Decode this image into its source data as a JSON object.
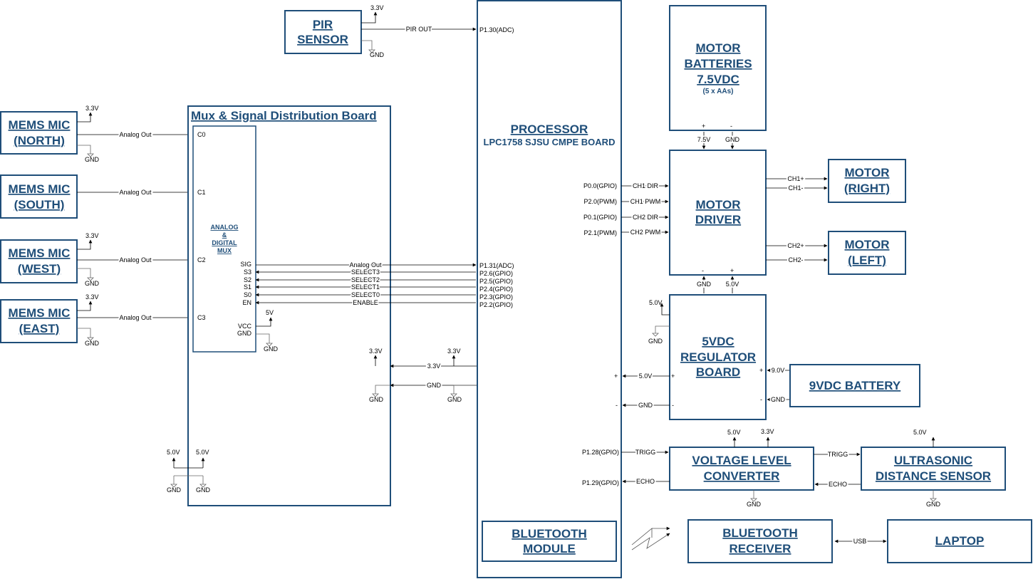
{
  "blocks": {
    "pir": [
      "PIR",
      "SENSOR"
    ],
    "mic_north": [
      "MEMS MIC",
      "(NORTH)"
    ],
    "mic_south": [
      "MEMS MIC",
      "(SOUTH)"
    ],
    "mic_west": [
      "MEMS MIC",
      "(WEST)"
    ],
    "mic_east": [
      "MEMS MIC",
      "(EAST)"
    ],
    "mux_board": "Mux & Signal Distribution Board",
    "mux_chip": [
      "ANALOG",
      "&",
      "DIGITAL",
      "MUX"
    ],
    "processor": "PROCESSOR",
    "processor_sub": "LPC1758 SJSU CMPE BOARD",
    "motor_batteries": [
      "MOTOR",
      "BATTERIES",
      "7.5VDC"
    ],
    "motor_batteries_sub": "(5 x AAs)",
    "motor_driver": [
      "MOTOR",
      "DRIVER"
    ],
    "motor_right": [
      "MOTOR",
      "(RIGHT)"
    ],
    "motor_left": [
      "MOTOR",
      "(LEFT)"
    ],
    "regulator": [
      "5VDC",
      "REGULATOR",
      "BOARD"
    ],
    "battery_9v": "9VDC BATTERY",
    "level_converter": [
      "VOLTAGE LEVEL",
      "CONVERTER"
    ],
    "ultrasonic": [
      "ULTRASONIC",
      "DISTANCE SENSOR"
    ],
    "bt_module": [
      "BLUETOOTH",
      "MODULE"
    ],
    "bt_receiver": [
      "BLUETOOTH",
      "RECEIVER"
    ],
    "laptop": "LAPTOP"
  },
  "labels": {
    "v33": "3.3V",
    "v50": "5.0V",
    "v5": "5V",
    "v75": "7.5V",
    "v90": "9.0V",
    "gnd": "GND",
    "pir_out": "PIR OUT",
    "p130": "P1.30(ADC)",
    "analog_out": "Analog Out",
    "c0": "C0",
    "c1": "C1",
    "c2": "C2",
    "c3": "C3",
    "mux_pins": [
      "SIG",
      "S3",
      "S2",
      "S1",
      "S0",
      "EN"
    ],
    "vcc": "VCC",
    "mux_signals": [
      "Analog Out",
      "SELECT3",
      "SELECT2",
      "SELECT1",
      "SELECT0",
      "ENABLE"
    ],
    "proc_pins_left": [
      "P1.31(ADC)",
      "P2.6(GPIO)",
      "P2.5(GPIO)",
      "P2.4(GPIO)",
      "P2.3(GPIO)",
      "P2.2(GPIO)"
    ],
    "proc_pins_right": [
      "P0.0(GPIO)",
      "P2.0(PWM)",
      "P0.1(GPIO)",
      "P2.1(PWM)"
    ],
    "driver_signals": [
      "CH1 DIR",
      "CH1 PWM",
      "CH2 DIR",
      "CH2 PWM"
    ],
    "ch1p": "CH1+",
    "ch1m": "CH1-",
    "ch2p": "CH2+",
    "ch2m": "CH2-",
    "plus": "+",
    "minus": "-",
    "trigg": "TRIGG",
    "echo": "ECHO",
    "p128": "P1.28(GPIO)",
    "p129": "P1.29(GPIO)",
    "usb": "USB"
  }
}
